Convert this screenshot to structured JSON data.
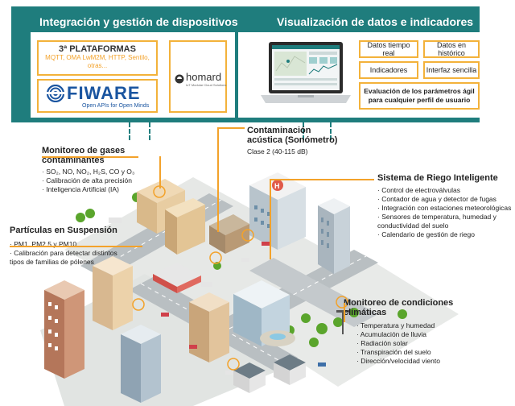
{
  "colors": {
    "band": "#1f7d7d",
    "accent": "#f3b23a",
    "fiware": "#1a55a0"
  },
  "header": {
    "left_title": "Integración y gestión de dispositivos",
    "right_title": "Visualización de datos e indicadores"
  },
  "integration": {
    "platforms_title": "3ª PLATAFORMAS",
    "platforms_list": "MQTT, OMA LwM2M, HTTP, Sentilo, otras...",
    "fiware_name": "FIWARE",
    "fiware_tagline": "Open APIs for Open Minds",
    "homard_name": "homard",
    "homard_tagline": "IoT Modular Cloud Solutions"
  },
  "visualization": {
    "items": [
      "Datos tiempo real",
      "Datos en histórico",
      "Indicadores",
      "Interfaz sencilla"
    ],
    "evaluation": "Evaluación de los parámetros ágil para cualquier perfil de usuario"
  },
  "annotations": {
    "gases": {
      "title": "Monitoreo de gases contaminantes",
      "items": [
        "SO₂, NO, NO₂, H₂S, CO y O₃",
        "Calibración de alta precisión",
        "Inteligencia Artificial (IA)"
      ]
    },
    "sonometro": {
      "title": "Contaminación acústica (Sonómetro)",
      "detail": "Clase 2 (40-115 dB)"
    },
    "riego": {
      "title": "Sistema de Riego Inteligente",
      "items": [
        "Control de electroválvulas",
        "Contador de agua y detector de fugas",
        "Integración con estaciones meteorológicas",
        "Sensores de temperatura, humedad y conductividad del suelo",
        "Calendario de gestión de riego"
      ]
    },
    "particulas": {
      "title": "Partículas en Suspensión",
      "items": [
        "PM1, PM2.5 y PM10",
        "Calibración para detectar distintos tipos de familias de pólenes"
      ]
    },
    "clima": {
      "title": "Monitoreo de condiciones climáticas",
      "items": [
        "Temperatura y humedad",
        "Acumulación de lluvia",
        "Radiación solar",
        "Transpiración del suelo",
        "Dirección/velocidad viento"
      ]
    }
  }
}
